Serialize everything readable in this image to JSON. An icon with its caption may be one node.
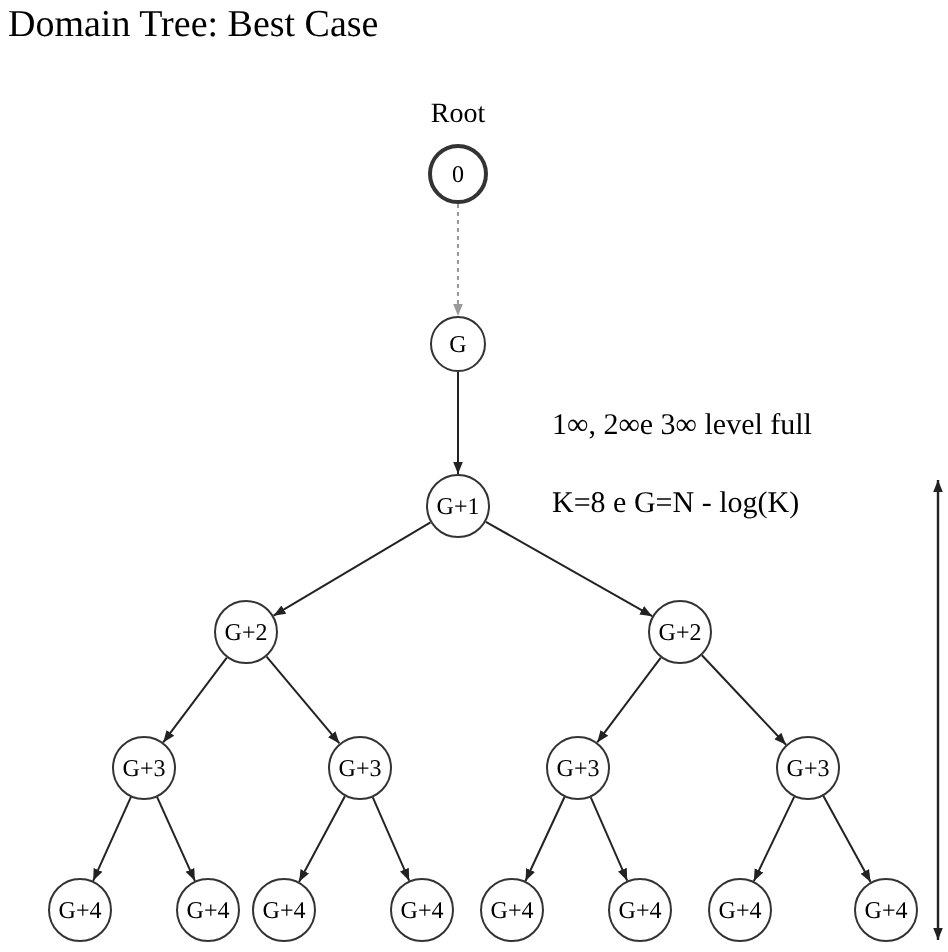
{
  "diagram": {
    "title": "Domain Tree: Best Case",
    "nodes": [
      {
        "text": [
          "0"
        ],
        "beside": [
          "Root"
        ]
      },
      {
        "text": [
          "G"
        ]
      },
      {
        "text": [
          "G+1"
        ]
      },
      {
        "text": [
          "G+2"
        ]
      },
      {
        "text": [
          "G+2"
        ]
      },
      {
        "text": [
          "G+3"
        ]
      },
      {
        "text": [
          "G+3"
        ]
      },
      {
        "text": [
          "G+3"
        ]
      },
      {
        "text": [
          "G+3"
        ]
      },
      {
        "text": [
          "G+4"
        ]
      },
      {
        "text": [
          "G+4"
        ]
      },
      {
        "text": [
          "G+4"
        ]
      },
      {
        "text": [
          "G+4"
        ]
      },
      {
        "text": [
          "G+4"
        ]
      },
      {
        "text": [
          "G+4"
        ]
      },
      {
        "text": [
          "G+4"
        ]
      },
      {
        "text": [
          "G+4"
        ]
      }
    ],
    "edges": [
      {
        "from": 0,
        "to": 1,
        "arrow": "to",
        "style": "dashed",
        "color": "#999999"
      },
      {
        "from": 1,
        "to": 2,
        "arrow": "to"
      },
      {
        "from": 2,
        "to": 3,
        "arrow": "to"
      },
      {
        "from": 2,
        "to": 4,
        "arrow": "to"
      },
      {
        "from": 3,
        "to": 5,
        "arrow": "to"
      },
      {
        "from": 3,
        "to": 6,
        "arrow": "to"
      },
      {
        "from": 4,
        "to": 7,
        "arrow": "to"
      },
      {
        "from": 4,
        "to": 8,
        "arrow": "to"
      },
      {
        "from": 5,
        "to": 9,
        "arrow": "to"
      },
      {
        "from": 5,
        "to": 10,
        "arrow": "to"
      },
      {
        "from": 6,
        "to": 11,
        "arrow": "to"
      },
      {
        "from": 6,
        "to": 12,
        "arrow": "to"
      },
      {
        "from": 7,
        "to": 13,
        "arrow": "to"
      },
      {
        "from": 7,
        "to": 14,
        "arrow": "to"
      },
      {
        "from": 8,
        "to": 15,
        "arrow": "to"
      },
      {
        "from": 8,
        "to": 16,
        "arrow": "to"
      }
    ],
    "labels": [
      "1∞, 2∞e 3∞ level full",
      "K=8  e G=N - log(K)"
    ]
  }
}
